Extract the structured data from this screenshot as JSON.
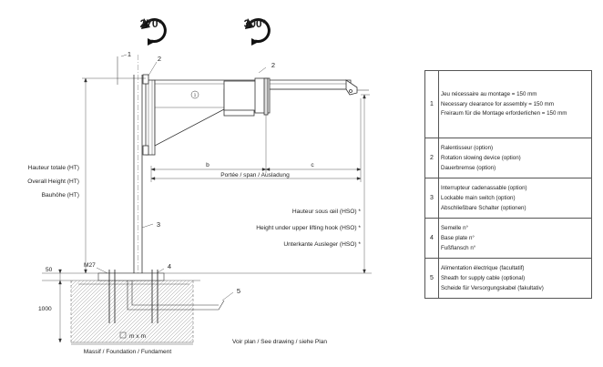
{
  "rotation_badges": {
    "left": "270°",
    "right": "300°"
  },
  "callouts": {
    "c1": "1",
    "c2": "2",
    "c3": "3",
    "c4": "4",
    "c5": "5",
    "c2_boom": "2",
    "c1_circled": "1"
  },
  "dimensions": {
    "b": "b",
    "c": "c",
    "span_label": "Portée / span / Ausladung",
    "base_height": "50",
    "foundation_depth": "1000",
    "bolt_label": "M27",
    "foundation_size": "m x m"
  },
  "total_height": [
    "Hauteur totale (HT)",
    "Overall Height (HT)",
    "Bauhöhe (HT)"
  ],
  "hook_height": [
    "Hauteur sous œil (HSO) *",
    "Height under upper lifting hook (HSO) *",
    "Unterkante Ausleger (HSO) *"
  ],
  "footnote": "Voir plan / See drawing / siehe Plan",
  "foundation_label": "Massif / Foundation / Fundament",
  "legend": [
    {
      "num": "1",
      "lines": [
        "Jeu nécessaire au montage = 150 mm",
        "Necessary clearance for assembly = 150 mm",
        "Freiraum für die Montage erforderlichen = 150 mm"
      ]
    },
    {
      "num": "2",
      "lines": [
        "Ralentisseur (option)",
        "Rotation slowing device (option)",
        "Dauerbremse (option)"
      ]
    },
    {
      "num": "3",
      "lines": [
        "Interrupteur cadenassable (option)",
        "Lockable main switch (option)",
        "Abschließbare Schalter (optionen)"
      ]
    },
    {
      "num": "4",
      "lines": [
        "Semelle n°",
        "Base plate n°",
        "Fußflansch n°"
      ]
    },
    {
      "num": "5",
      "lines": [
        "Alimentation électrique (facultatif)",
        "Sheath for supply cable (optional)",
        "Scheide für Versorgungskabel (fakultativ)"
      ]
    }
  ]
}
